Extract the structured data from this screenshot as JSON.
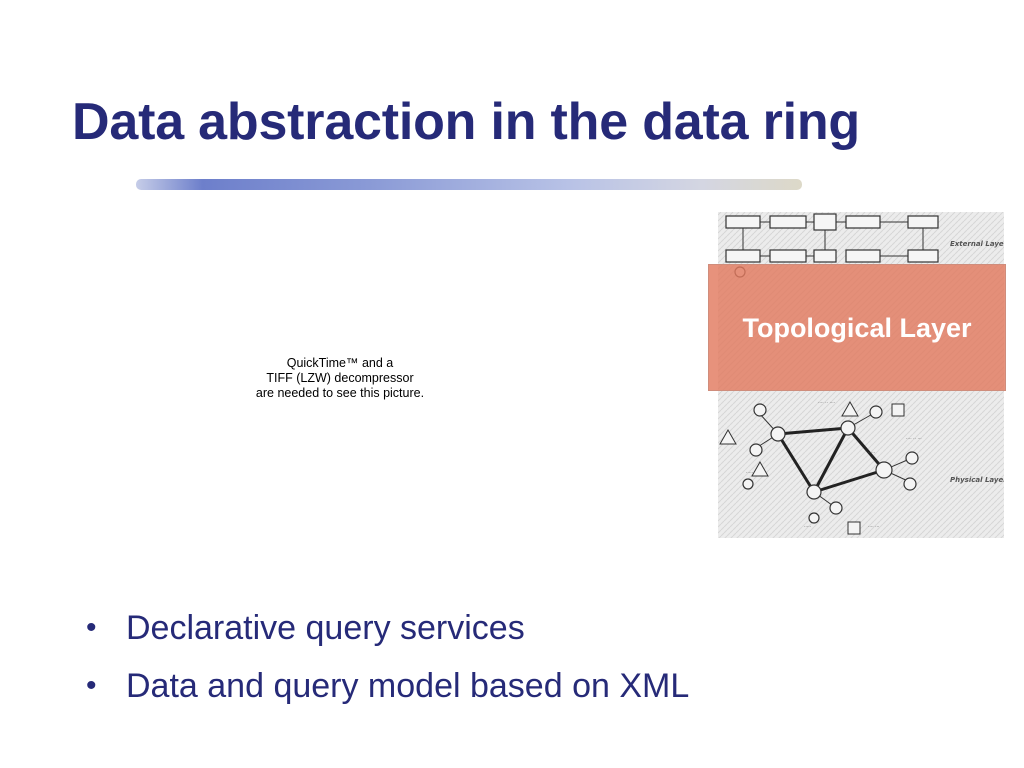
{
  "slide": {
    "title": "Data abstraction in the data ring",
    "placeholder_lines": [
      "QuickTime™ and a",
      "TIFF (LZW) decompressor",
      "are needed to see this picture."
    ],
    "diagram": {
      "overlay_label": "Topological Layer",
      "layer_labels": [
        "External Layer",
        "Physical Layer"
      ]
    },
    "bullet_char": "•",
    "bullets": [
      "Declarative query services",
      "Data and query model based on XML"
    ]
  },
  "colors": {
    "title": "#262a78",
    "overlay": "#e27a5f",
    "text": "#262a78"
  }
}
